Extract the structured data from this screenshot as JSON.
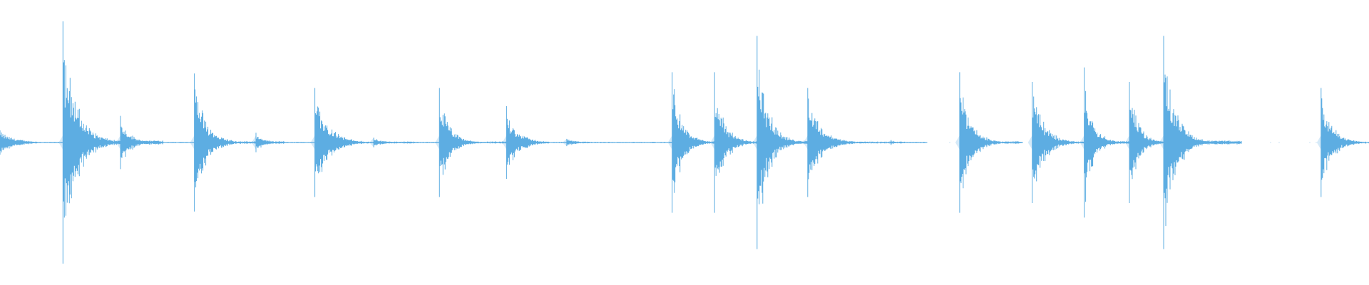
{
  "waveform": {
    "color": "#5dade2",
    "onsets": [
      {
        "t": 0.0,
        "amp": 0.1,
        "decay": 0.032,
        "tail": 0.04
      },
      {
        "t": 0.046,
        "amp": 1.0,
        "decay": 0.028,
        "tail": 0.045
      },
      {
        "t": 0.088,
        "amp": 0.22,
        "decay": 0.02,
        "tail": 0.038
      },
      {
        "t": 0.142,
        "amp": 0.57,
        "decay": 0.024,
        "tail": 0.042
      },
      {
        "t": 0.187,
        "amp": 0.08,
        "decay": 0.018,
        "tail": 0.032
      },
      {
        "t": 0.23,
        "amp": 0.45,
        "decay": 0.028,
        "tail": 0.045
      },
      {
        "t": 0.273,
        "amp": 0.04,
        "decay": 0.02,
        "tail": 0.05
      },
      {
        "t": 0.321,
        "amp": 0.45,
        "decay": 0.02,
        "tail": 0.036
      },
      {
        "t": 0.37,
        "amp": 0.3,
        "decay": 0.024,
        "tail": 0.038
      },
      {
        "t": 0.414,
        "amp": 0.03,
        "decay": 0.03,
        "tail": 0.055
      },
      {
        "t": 0.491,
        "amp": 0.58,
        "decay": 0.02,
        "tail": 0.026
      },
      {
        "t": 0.522,
        "amp": 0.58,
        "decay": 0.02,
        "tail": 0.031
      },
      {
        "t": 0.553,
        "amp": 0.88,
        "decay": 0.022,
        "tail": 0.024
      },
      {
        "t": 0.59,
        "amp": 0.45,
        "decay": 0.026,
        "tail": 0.045
      },
      {
        "t": 0.651,
        "amp": 0.02,
        "decay": 0.012,
        "tail": 0.014
      },
      {
        "t": 0.701,
        "amp": 0.58,
        "decay": 0.022,
        "tail": 0.024
      },
      {
        "t": 0.754,
        "amp": 0.5,
        "decay": 0.024,
        "tail": 0.026
      },
      {
        "t": 0.792,
        "amp": 0.62,
        "decay": 0.018,
        "tail": 0.022
      },
      {
        "t": 0.825,
        "amp": 0.5,
        "decay": 0.018,
        "tail": 0.025
      },
      {
        "t": 0.85,
        "amp": 0.88,
        "decay": 0.024,
        "tail": 0.033
      },
      {
        "t": 0.965,
        "amp": 0.45,
        "decay": 0.022,
        "tail": 0.033
      }
    ]
  }
}
